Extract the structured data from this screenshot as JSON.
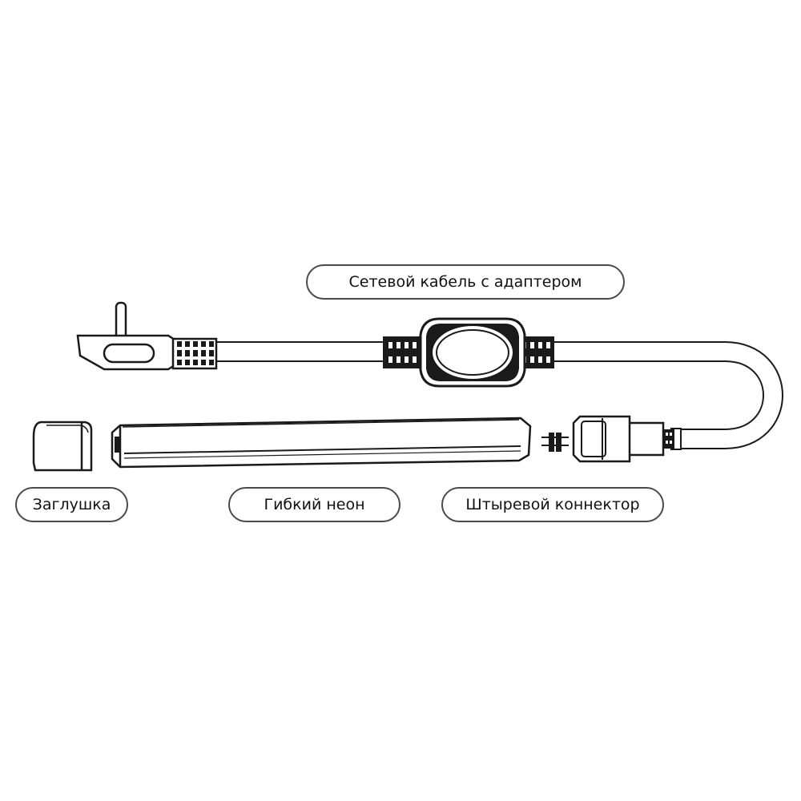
{
  "labels": {
    "cable": "Сетевой кабель с адаптером",
    "cap": "Заглушка",
    "neon": "Гибкий неон",
    "connector": "Штыревой коннектор"
  },
  "colors": {
    "stroke": "#1a1a1a",
    "fill": "#ffffff",
    "shade": "#e8e8e8",
    "label_border": "#4a4a4a"
  }
}
